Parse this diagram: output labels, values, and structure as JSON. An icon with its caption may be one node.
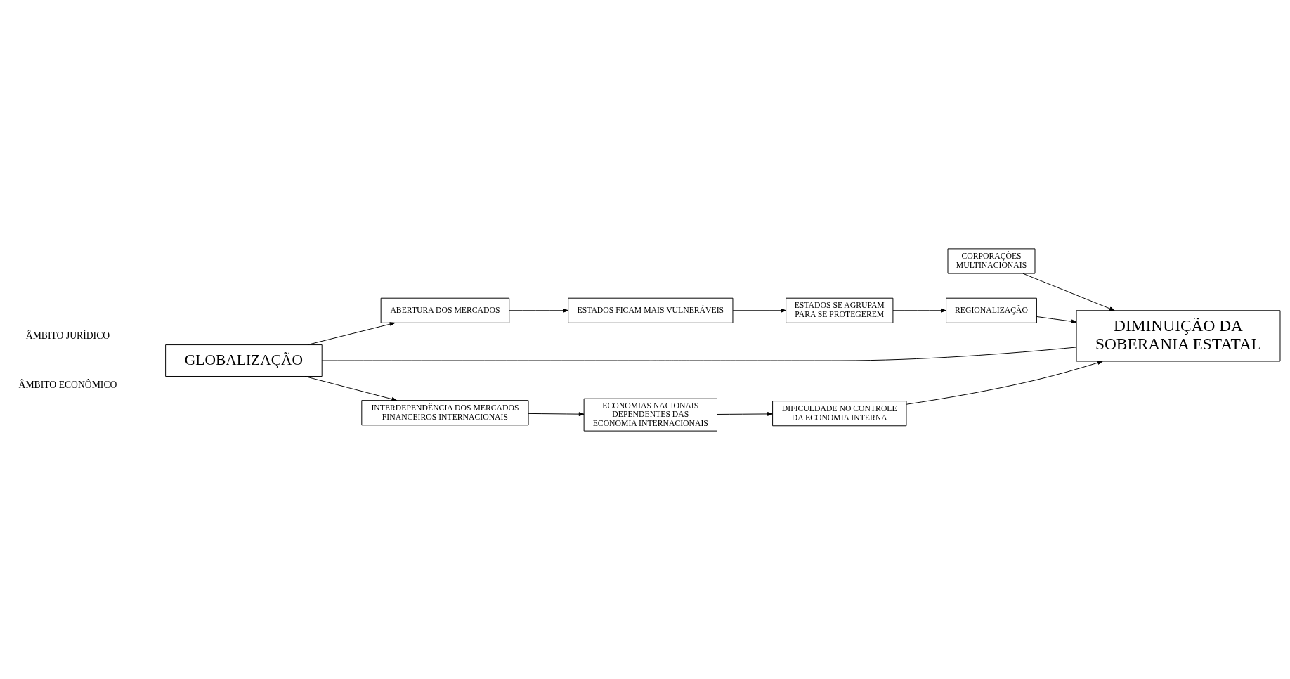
{
  "diagram": {
    "nodes": [
      {
        "text": [
          "GLOBALIZAÇÃO"
        ]
      },
      {
        "text": [
          "ABERTURA DOS MERCADOS"
        ]
      },
      {
        "text": [
          "ESTADOS FICAM MAIS VULNERÁVEIS"
        ]
      },
      {
        "text": [
          "ESTADOS SE AGRUPAM PARA SE PROTEGEREM"
        ]
      },
      {
        "text": [
          "REGIONALIZAÇÃO"
        ]
      },
      {
        "text": [
          "CORPORAÇÕES MULTINACIONAIS"
        ]
      },
      {
        "text": [
          "DIMINUIÇÃO DA SOBERANIA ESTATAL"
        ]
      },
      {
        "text": [
          "INTERDEPENDÊNCIA DOS MERCADOS FINANCEIROS INTERNACIONAIS"
        ]
      },
      {
        "text": [
          "ECONOMIAS NACIONAIS DEPENDENTES DAS ECONOMIA INTERNACIONAIS"
        ]
      },
      {
        "text": [
          "DIFICULDADE NO CONTROLE DA ECONOMIA INTERNA"
        ]
      }
    ],
    "edges": [
      {
        "from": 0,
        "to": 1,
        "arrow": "to"
      },
      {
        "from": 1,
        "to": 2,
        "arrow": "to"
      },
      {
        "from": 2,
        "to": 3,
        "arrow": "to"
      },
      {
        "from": 3,
        "to": 4,
        "arrow": "to"
      },
      {
        "from": 4,
        "to": 6,
        "arrow": "to"
      },
      {
        "from": 5,
        "to": 6,
        "arrow": "to"
      },
      {
        "from": 0,
        "to": 6,
        "arrow": "none"
      },
      {
        "from": 0,
        "to": 7,
        "arrow": "to"
      },
      {
        "from": 7,
        "to": 8,
        "arrow": "to"
      },
      {
        "from": 8,
        "to": 9,
        "arrow": "to"
      },
      {
        "from": 9,
        "to": 6,
        "arrow": "to"
      }
    ],
    "labels": [
      "ÂMBITO JURÍDICO",
      "ÂMBITO ECONÔMICO"
    ]
  }
}
